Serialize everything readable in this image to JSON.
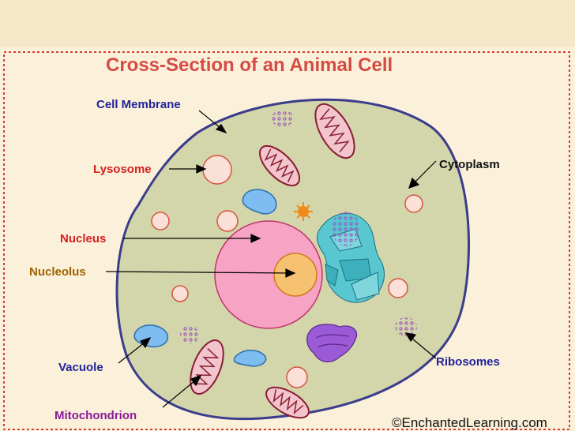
{
  "title": "Cross-Section of an Animal Cell",
  "labels": {
    "cell_membrane": "Cell Membrane",
    "lysosome": "Lysosome",
    "nucleus": "Nucleus",
    "nucleolus": "Nucleolus",
    "vacuole": "Vacuole",
    "mitochondrion": "Mitochondrion",
    "cytoplasm": "Cytoplasm",
    "ribosomes": "Ribosomes"
  },
  "credit": "©EnchantedLearning.com",
  "colors": {
    "page_background": "#fbf1da",
    "header_band": "#f4e8c8",
    "border_dashed": "#d23b3b",
    "title_red": "#d64a43",
    "label_blue": "#22229a",
    "label_red": "#d42020",
    "label_orange": "#a06000",
    "label_purple": "#8a1a9a",
    "cytoplasm": "#d3d5aa",
    "membrane": "#3b3d8c",
    "nucleus": "#f7a3c3",
    "nucleolus": "#f6c171",
    "lysosome": "#fbe0d8",
    "vacuole": "#7fbdf0",
    "mitochondrion": "#f2c5cc",
    "mitochondrion_inner": "#8a1d35",
    "golgi": "#9b5ad6",
    "er": "#58c7cf",
    "ribosome": "#9a4ac0",
    "centrosome": "#f08a1a"
  }
}
